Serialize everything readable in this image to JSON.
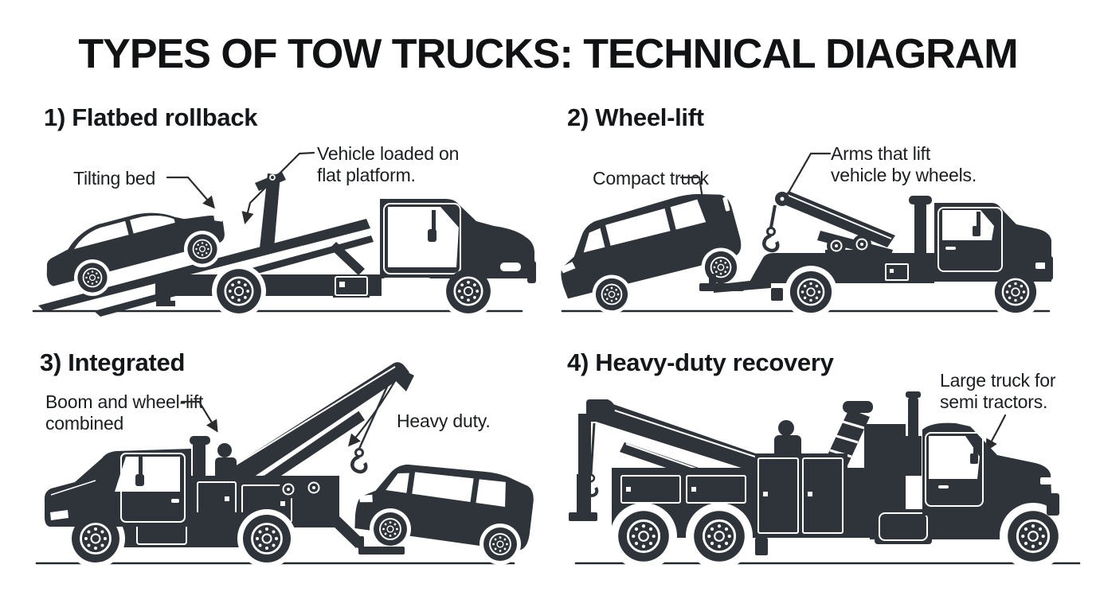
{
  "title": "TYPES OF TOW TRUCKS: TECHNICAL DIAGRAM",
  "colors": {
    "background": "#ffffff",
    "silhouette": "#2e3439",
    "leader_line": "#2b2d2f",
    "text": "#14171a"
  },
  "sections": [
    {
      "heading": "1) Flatbed rollback",
      "icon": "flatbed-rollback-tow-truck-icon",
      "annotations": {
        "tilting_bed": "Tilting bed",
        "vehicle_loaded": [
          "Vehicle loaded on",
          "flat platform."
        ]
      }
    },
    {
      "heading": "2) Wheel-lift",
      "icon": "wheel-lift-tow-truck-icon",
      "annotations": {
        "compact_truck": "Compact truck",
        "arms_lift": [
          "Arms that lift",
          "vehicle by wheels."
        ]
      }
    },
    {
      "heading": "3) Integrated",
      "icon": "integrated-tow-truck-icon",
      "annotations": {
        "boom_combined": [
          "Boom and wheel-lift",
          "combined"
        ],
        "heavy_duty": "Heavy duty."
      }
    },
    {
      "heading": "4) Heavy-duty recovery",
      "icon": "heavy-duty-recovery-truck-icon",
      "annotations": {
        "large_truck": [
          "Large truck for",
          "semi tractors."
        ]
      }
    }
  ]
}
